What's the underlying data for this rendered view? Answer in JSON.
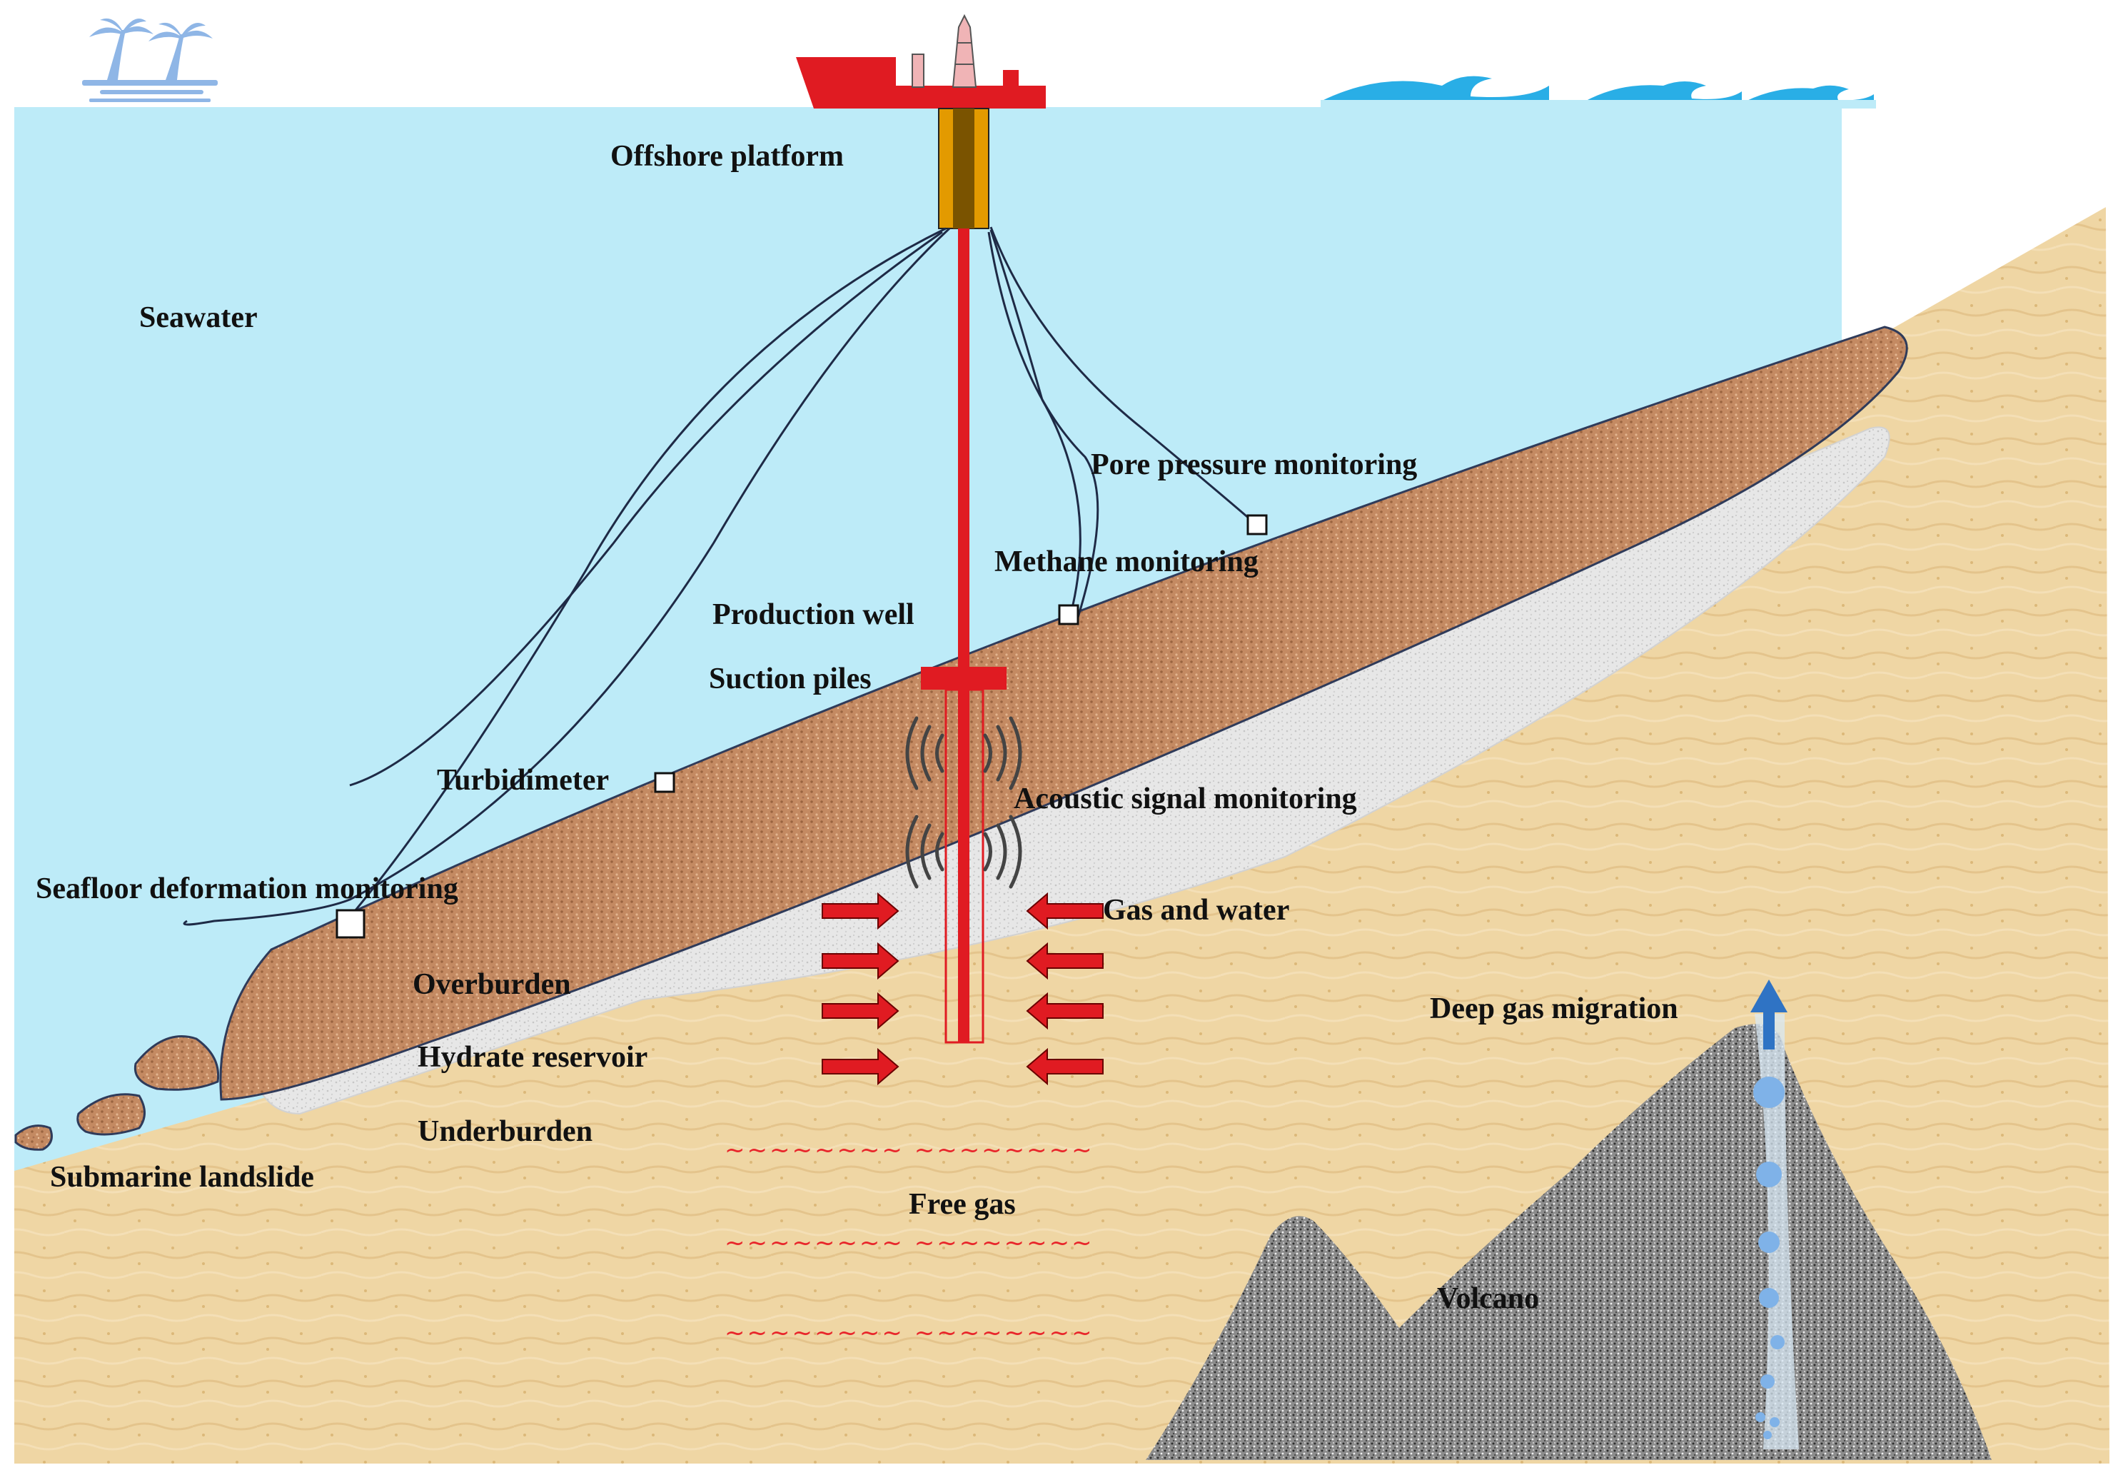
{
  "labels": {
    "offshore_platform": "Offshore platform",
    "seawater": "Seawater",
    "pore_pressure": "Pore pressure monitoring",
    "methane": "Methane monitoring",
    "production_well": "Production well",
    "suction_piles": "Suction piles",
    "turbidimeter": "Turbidimeter",
    "acoustic": "Acoustic signal monitoring",
    "seafloor_deformation": "Seafloor deformation monitoring",
    "gas_water": "Gas and water",
    "overburden": "Overburden",
    "hydrate_reservoir": "Hydrate reservoir",
    "underburden": "Underburden",
    "submarine_landslide": "Submarine landslide",
    "free_gas": "Free gas",
    "deep_gas": "Deep gas migration",
    "volcano": "Volcano"
  },
  "free_gas_waves": [
    "~~~~~~~~ ~~~~~~~~",
    "~~~~~~~~ ~~~~~~~~",
    "~~~~~~~~ ~~~~~~~~"
  ],
  "colors": {
    "seawater": "#bdebf8",
    "sediment": "#efd6a4",
    "overburden": "#c99068",
    "hydrate": "#e6e6e6",
    "well": "#e01b22",
    "platform": "#e01b22",
    "volcano": "#8a8a8a",
    "bubble": "#7fb2e8"
  }
}
